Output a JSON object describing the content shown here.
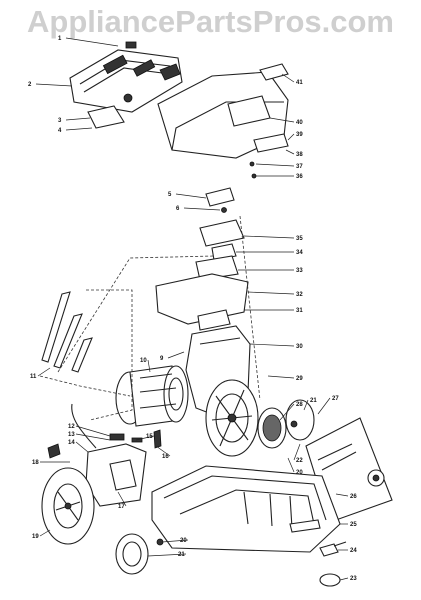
{
  "watermark": "AppliancePartsPros.com",
  "callouts": [
    {
      "n": "1",
      "side": "left"
    },
    {
      "n": "2",
      "side": "left"
    },
    {
      "n": "3",
      "side": "left"
    },
    {
      "n": "4",
      "side": "left"
    },
    {
      "n": "5",
      "side": "left"
    },
    {
      "n": "6",
      "side": "left"
    },
    {
      "n": "10",
      "side": "left"
    },
    {
      "n": "9",
      "side": "left"
    },
    {
      "n": "11",
      "side": "left"
    },
    {
      "n": "12",
      "side": "left"
    },
    {
      "n": "13",
      "side": "left"
    },
    {
      "n": "14",
      "side": "left"
    },
    {
      "n": "15",
      "side": "left"
    },
    {
      "n": "16",
      "side": "left"
    },
    {
      "n": "17",
      "side": "left"
    },
    {
      "n": "18",
      "side": "left"
    },
    {
      "n": "19",
      "side": "left"
    },
    {
      "n": "20",
      "side": "left"
    },
    {
      "n": "21",
      "side": "left"
    },
    {
      "n": "41",
      "side": "right"
    },
    {
      "n": "40",
      "side": "right"
    },
    {
      "n": "39",
      "side": "right"
    },
    {
      "n": "38",
      "side": "right"
    },
    {
      "n": "37",
      "side": "right"
    },
    {
      "n": "36",
      "side": "right"
    },
    {
      "n": "35",
      "side": "right"
    },
    {
      "n": "34",
      "side": "right"
    },
    {
      "n": "33",
      "side": "right"
    },
    {
      "n": "32",
      "side": "right"
    },
    {
      "n": "31",
      "side": "right"
    },
    {
      "n": "30",
      "side": "right"
    },
    {
      "n": "29",
      "side": "right"
    },
    {
      "n": "28",
      "side": "right"
    },
    {
      "n": "27",
      "side": "right"
    },
    {
      "n": "26",
      "side": "right"
    },
    {
      "n": "25",
      "side": "right"
    },
    {
      "n": "24",
      "side": "right"
    },
    {
      "n": "23",
      "side": "right"
    },
    {
      "n": "22",
      "side": "right"
    },
    {
      "n": "21",
      "side": "right"
    },
    {
      "n": "20",
      "side": "right"
    }
  ]
}
